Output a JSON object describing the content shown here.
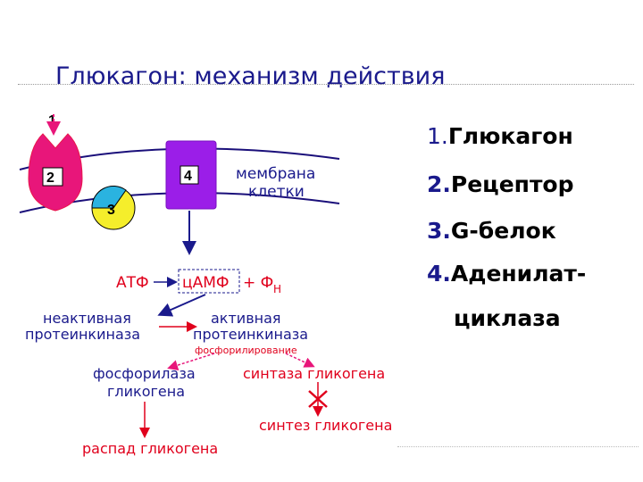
{
  "title": "Глюкагон: механизм действия",
  "diagram": {
    "labels": {
      "n1": "1",
      "n2": "2",
      "n3": "3",
      "n4": "4",
      "membrane_l1": "мембрана",
      "membrane_l2": "клетки",
      "atp": "АТФ",
      "camp": "цАМФ",
      "plus_fn": "+ Ф",
      "fn_sub": "Н",
      "inactive_l1": "неактивная",
      "inactive_l2": "протеинкиназа",
      "active_l1": "активная",
      "active_l2": "протеинкиназа",
      "phosphorylation": "фосфорилирование",
      "phosphorylase_l1": "фосфорилаза",
      "phosphorylase_l2": "гликогена",
      "synthase": "синтаза гликогена",
      "synthesis": "синтез гликогена",
      "breakdown": "распад гликогена"
    },
    "colors": {
      "receptor": "#e8164c",
      "g_blue": "#2ab3e0",
      "g_yellow": "#f5ee2b",
      "cyclase": "#9b1ee8",
      "membrane": "#1a0f7a",
      "label_red": "#e0001c",
      "label_blue": "#1a1a8c",
      "arrow_pink": "#e8167a"
    }
  },
  "legend": [
    {
      "num": "1.",
      "text": "Глюкагон"
    },
    {
      "num": "2.",
      "text": "Рецептор"
    },
    {
      "num": "3.",
      "text": "G-белок"
    },
    {
      "num": "4.",
      "text": "Аденилат-"
    },
    {
      "num": "",
      "text": "циклаза"
    }
  ]
}
